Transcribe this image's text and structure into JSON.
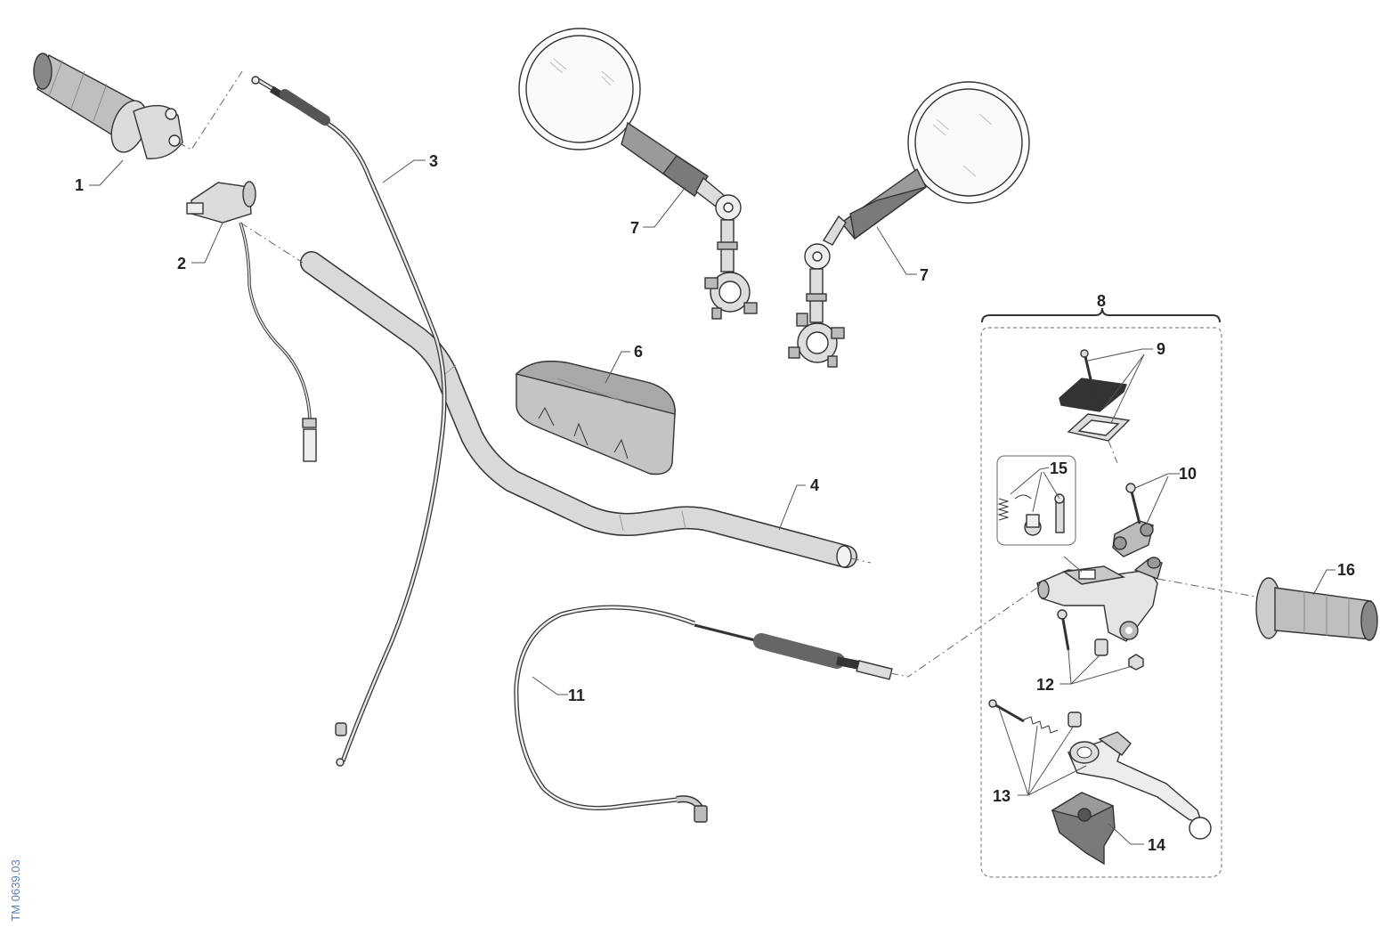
{
  "reference_code": "TM 0639.03",
  "labels": {
    "p1": "1",
    "p2": "2",
    "p3": "3",
    "p4": "4",
    "p6": "6",
    "p7a": "7",
    "p7b": "7",
    "p8": "8",
    "p9": "9",
    "p10": "10",
    "p11": "11",
    "p12": "12",
    "p13": "13",
    "p14": "14",
    "p15": "15",
    "p16": "16"
  },
  "colors": {
    "line": "#333333",
    "part_fill": "#bfbfbf",
    "reference_code": "#5a7fb8"
  }
}
